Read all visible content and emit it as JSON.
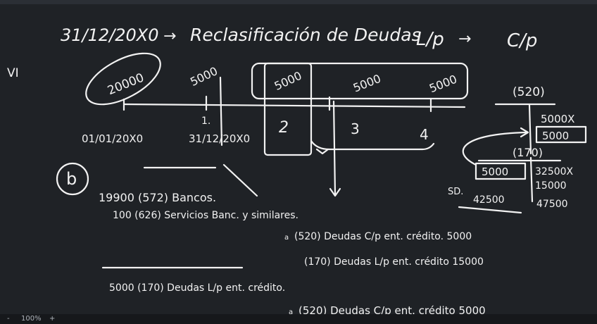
{
  "board": {
    "title_date": "31/12/20X0",
    "title_arrow": "→",
    "title_text": "Reclasificación de Deudas",
    "title_lp": "L/p",
    "title_arrow2": "→",
    "title_cp": "C/p",
    "section_label": "VI",
    "timeline": {
      "amounts": [
        "20000",
        "5000",
        "5000",
        "5000",
        "5000"
      ],
      "start_date": "01/01/20X0",
      "year1_label": "1.",
      "year1_date": "31/12/20X0",
      "periods": [
        "2",
        "3",
        "4"
      ]
    },
    "circle_letter": "b",
    "entries": [
      "19900 (572) Bancos.",
      "100 (626) Servicios Banc. y similares.",
      "(520) Deudas C/p ent. crédito. 5000",
      "(170) Deudas L/p ent. crédito 15000",
      "5000 (170) Deudas L/p ent. crédito.",
      "(520) Deudas C/p ent. crédito 5000"
    ],
    "entry_prefixes": [
      "a",
      "a"
    ],
    "t_accounts": {
      "a520": {
        "title": "(520)",
        "credit_1": "5000X",
        "credit_2": "5000"
      },
      "a170": {
        "title": "(170)",
        "debit": "5000",
        "credit_1": "32500X",
        "credit_2": "15000",
        "credit_3": "47500",
        "balance_label": "SD.",
        "balance": "42500"
      }
    }
  },
  "zoom": {
    "minus": "-",
    "level": "100%",
    "plus": "+"
  }
}
